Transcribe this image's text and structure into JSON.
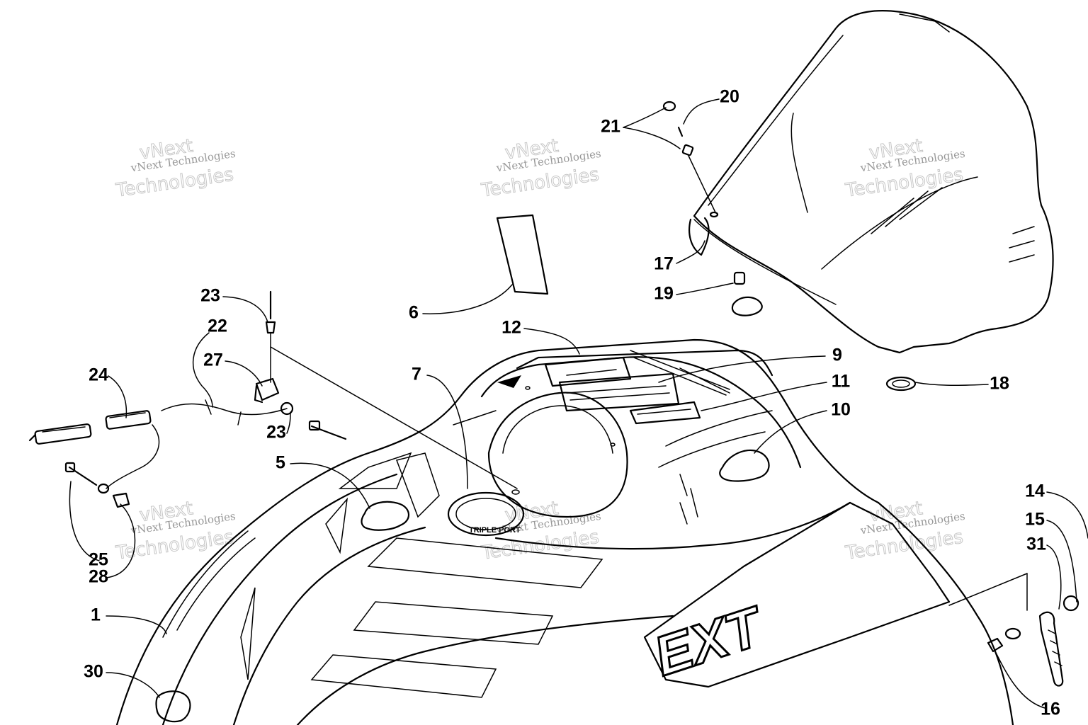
{
  "callouts": [
    {
      "id": "c1",
      "label": "1"
    },
    {
      "id": "c5",
      "label": "5"
    },
    {
      "id": "c6",
      "label": "6"
    },
    {
      "id": "c7",
      "label": "7"
    },
    {
      "id": "c9",
      "label": "9"
    },
    {
      "id": "c10",
      "label": "10"
    },
    {
      "id": "c11",
      "label": "11"
    },
    {
      "id": "c12",
      "label": "12"
    },
    {
      "id": "c14",
      "label": "14"
    },
    {
      "id": "c15",
      "label": "15"
    },
    {
      "id": "c16",
      "label": "16"
    },
    {
      "id": "c17",
      "label": "17"
    },
    {
      "id": "c18",
      "label": "18"
    },
    {
      "id": "c19",
      "label": "19"
    },
    {
      "id": "c20",
      "label": "20"
    },
    {
      "id": "c21",
      "label": "21"
    },
    {
      "id": "c22",
      "label": "22"
    },
    {
      "id": "c23a",
      "label": "23"
    },
    {
      "id": "c23b",
      "label": "23"
    },
    {
      "id": "c24",
      "label": "24"
    },
    {
      "id": "c25",
      "label": "25"
    },
    {
      "id": "c27",
      "label": "27"
    },
    {
      "id": "c28",
      "label": "28"
    },
    {
      "id": "c30",
      "label": "30"
    },
    {
      "id": "c31",
      "label": "31"
    }
  ],
  "watermark": {
    "line1": "vNext Technologies",
    "line2": "vNext",
    "line3": "Technologies"
  },
  "decals": {
    "logo": "EXT",
    "badge": "TRIPLE PORT"
  }
}
